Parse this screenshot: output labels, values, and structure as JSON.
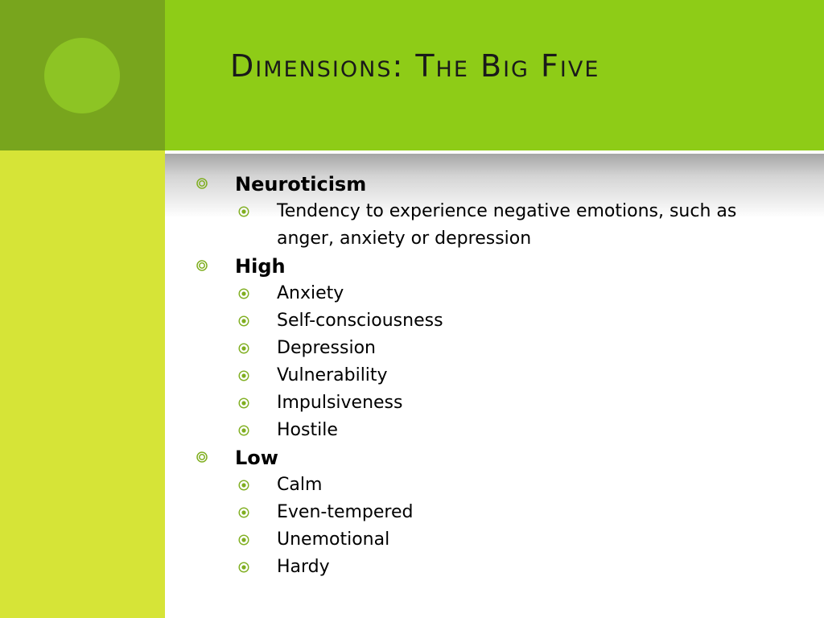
{
  "title": "Dimensions: The Big Five",
  "bullets": [
    {
      "label": "Neuroticism",
      "items": [
        "Tendency to experience negative emotions, such as anger, anxiety or depression"
      ]
    },
    {
      "label": "High",
      "items": [
        "Anxiety",
        "Self-consciousness",
        "Depression",
        "Vulnerability",
        "Impulsiveness",
        "Hostile"
      ]
    },
    {
      "label": "Low",
      "items": [
        "Calm",
        "Even-tempered",
        "Unemotional",
        "Hardy"
      ]
    }
  ],
  "colors": {
    "header": "#8ecc17",
    "left_top": "#78a51d",
    "left_bottom": "#d6e437",
    "bullet": "#7fae1f"
  },
  "icons": {
    "level1": "double-ring-bullet-icon",
    "level2": "dot-ring-bullet-icon"
  }
}
